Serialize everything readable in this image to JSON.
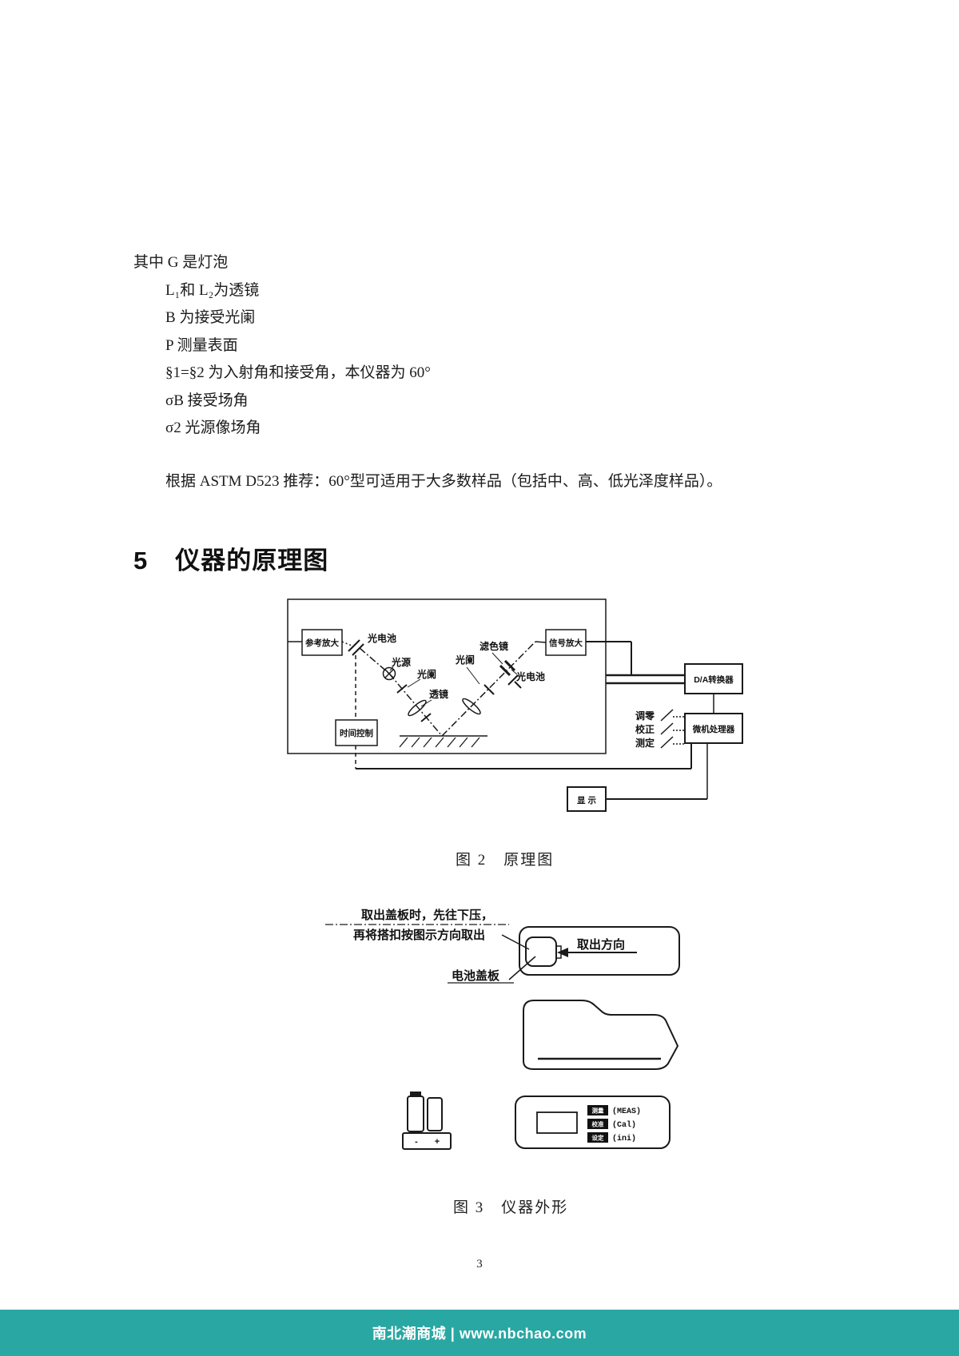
{
  "document": {
    "notes": [
      "其中 G 是灯泡",
      "L₁和 L₂为透镜",
      "B 为接受光阑",
      "P 测量表面",
      "§1=§2 为入射角和接受角，本仪器为 60°",
      "σB 接受场角",
      "σ2 光源像场角"
    ],
    "paragraph": "根据 ASTM D523 推荐：60°型可适用于大多数样品（包括中、高、低光泽度样品）。",
    "section": {
      "number": "5",
      "title": "仪器的原理图"
    },
    "page_number": "3"
  },
  "figure2": {
    "caption": "图 2　原理图",
    "labels": {
      "ref_amp": "参考放大",
      "photocell_left": "光电池",
      "light_source": "光源",
      "aperture_left": "光阑",
      "lens": "透镜",
      "aperture_right": "光阑",
      "filter": "滤色镜",
      "photocell_right": "光电池",
      "signal_amp": "信号放大",
      "da_converter": "D/A转换器",
      "zero_adjust": "调零",
      "calibrate": "校正",
      "measure": "测定",
      "mcu": "微机处理器",
      "time_control": "时间控制",
      "display": "显 示"
    }
  },
  "figure3": {
    "caption": "图 3　仪器外形",
    "note_line1": "取出盖板时，先往下压，",
    "note_line2": "再将搭扣按图示方向取出",
    "direction_label": "取出方向",
    "cover_label": "电池盖板",
    "battery_minus": "-",
    "battery_plus": "+",
    "buttons": [
      {
        "cn": "测量",
        "en": "(MEAS)"
      },
      {
        "cn": "校准",
        "en": "(Cal)"
      },
      {
        "cn": "设定",
        "en": "(ini)"
      }
    ]
  },
  "footer": {
    "text": "南北潮商城 | www.nbchao.com",
    "background": "#29a7a3",
    "text_color": "#ffffff"
  }
}
